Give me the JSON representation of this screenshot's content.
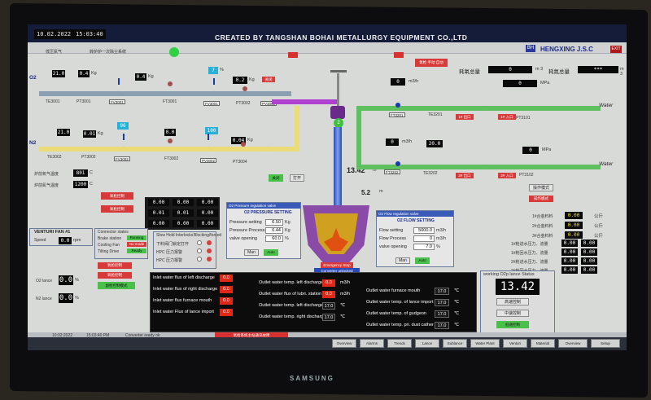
{
  "topbar": {
    "date": "10.02.2022",
    "time": "15:03:40",
    "title": "CREATED BY TANGSHAN BOHAI METALLURGY EQUIPMENT CO.,LTD",
    "brand": "HENGXING J.S.C",
    "logo": "BH",
    "close": "EXIT"
  },
  "header": {
    "label_left": "低压氮气",
    "o2_label": "O2",
    "n2_label": "N2",
    "oxygen_total": "耗氧总量",
    "oxygen_total_val": "0",
    "oxygen_unit": "m 3",
    "nitrogen_total": "耗氮总量",
    "nitrogen_total_val": "***",
    "nitrogen_unit": "m 3",
    "mode_btn": "氧枪 手动 自动"
  },
  "o2line": {
    "v1": "21.0",
    "v2": "0.4",
    "u2": "Kg",
    "v3": "0.4",
    "u3": "Kg",
    "v4": "7",
    "u4": "%",
    "v5": "0.2",
    "u5": "Kg",
    "tags": [
      "TE3001",
      "PT3001",
      "FV3001",
      "FT3001",
      "FV3001",
      "PT3002",
      "PV3001"
    ]
  },
  "n2line": {
    "v1": "21.0",
    "v2": "0.01",
    "u2": "Kg",
    "v3": "96",
    "v4": "0.0",
    "v5": "100",
    "v6": "0.04",
    "u6": "Kg",
    "tags": [
      "TE3002",
      "PT3002",
      "FV3002",
      "FT3002",
      "PV3002",
      "PT3004"
    ]
  },
  "right": {
    "v1": "0",
    "u1": "m3/h",
    "v2": "0",
    "u2": "MPa",
    "v3": "0",
    "u3": "m3/h",
    "v4": "20.0",
    "v5": "0",
    "u5": "MPa",
    "water_in": "Water",
    "water_out": "Water",
    "tags": [
      "TE3201",
      "PT3101",
      "TE3202",
      "PT3102",
      "FT3201",
      "FT3202"
    ],
    "btns": [
      "1# 出口",
      "1# 入口",
      "2# 出口",
      "2# 入口"
    ]
  },
  "lance": {
    "pos": "13.42",
    "pos_unit": "m",
    "small": "5.2",
    "small_unit": "m"
  },
  "left": {
    "lbl_a": "炉前氧气温度",
    "lbl_b": "炉前氮气温度",
    "v_a": "801",
    "v_b": "1200",
    "u": "C",
    "btn1": "关闭",
    "btn2": "打开"
  },
  "grid": {
    "r1": [
      "0.00",
      "0.00",
      "0.00"
    ],
    "r2": [
      "0.01",
      "0.01",
      "0.00"
    ],
    "r3": [
      "0.00",
      "0.00",
      "0.00"
    ]
  },
  "venturi": {
    "title": "VENTURI FAN #1",
    "speed_lbl": "Speed",
    "speed_val": "0.0",
    "speed_unit": "rpm",
    "ctrl": "Connector states",
    "s1": "Brake station",
    "s1v": "Running",
    "s2": "Cooling Fan",
    "s2v": "No mode",
    "s3": "Tilting Drive",
    "s3v": "Ready",
    "btn_a": "氧枪控制",
    "btn_b": "氧枪控制",
    "btn_c": "副枪控制模式",
    "o2_lbl": "O2 lance",
    "o2_v": "0.0",
    "o2_u": "%",
    "n2_lbl": "N2 lance",
    "n2_v": "0.0",
    "n2_u": "%"
  },
  "interlock": {
    "title": "Slow Hold Interlocks",
    "col": "Blocking/forced",
    "rows": [
      "下料阀门锁定打开",
      "HPC 压力报警",
      "HPC 压力报警"
    ]
  },
  "pressure": {
    "title": "O2 Pressure regulation valve",
    "head": "O2 PRESSURE SETTING",
    "r1": "Pressure setting",
    "r1v": "0.50",
    "r1u": "Kg",
    "r2": "Pressure Process",
    "r2v": "0.44",
    "r2u": "Kg",
    "r3": "valve opening",
    "r3v": "60.0",
    "r3u": "%",
    "b1": "Man",
    "b2": "Auto"
  },
  "flow": {
    "title": "O2 Flow regulation valve",
    "head": "O2 FLOW SETTING",
    "r1": "Flow setting",
    "r1v": "5000.0",
    "r1u": "m3/h",
    "r2": "Flow Process",
    "r2v": "0",
    "r2u": "m3/h",
    "r3": "valve opening",
    "r3v": "7.0",
    "r3u": "%",
    "b1": "Man",
    "b2": "Auto"
  },
  "vessel": {
    "lbl1": "Emergency Stop",
    "lbl2": "Converter unlocked"
  },
  "table": {
    "a": [
      {
        "t": "Inlet water flux of left discharge",
        "v": "0.0"
      },
      {
        "t": "Inlet water flux of right discharge",
        "v": "0.0"
      },
      {
        "t": "Inlet water flux furnace mouth",
        "v": "0.0"
      },
      {
        "t": "Inlet water Flux of lance import",
        "v": "0.0"
      }
    ],
    "b": [
      {
        "t": "Outlet water temp. left discharge",
        "v": "0.0",
        "u": "m3/h"
      },
      {
        "t": "Outlet water flux of lubri. station",
        "v": "0.0",
        "u": "m3/h"
      },
      {
        "t": "Outlet water temp. left discharge",
        "v": "17.0",
        "u": "℃"
      },
      {
        "t": "Outlet water temp. right discharge",
        "v": "17.0",
        "u": "℃"
      }
    ],
    "c": [
      {
        "t": "Outlet water furnace mouth",
        "v": "17.0",
        "u": "℃"
      },
      {
        "t": "Outlet water temp. of lance import",
        "v": "17.0",
        "u": "℃"
      },
      {
        "t": "Outlet water temp. of gudgeon",
        "v": "17.0",
        "u": "℃"
      },
      {
        "t": "Outlet water temp. pri. dust cather",
        "v": "17.0",
        "u": "℃"
      }
    ]
  },
  "alloy": {
    "r1": "1#合金料料",
    "r1v": "0.00",
    "r2": "2#合金料料",
    "r2v": "0.00",
    "r3": "3#合金料料",
    "r3v": "0.00",
    "u": "公斤",
    "f1": "1#枪进水压力、流量",
    "f1a": "0.00",
    "f1b": "0.00",
    "f2": "1#枪回水压力、流量",
    "f2a": "0.00",
    "f2b": "0.00",
    "f3": "2#枪进水压力、流量",
    "f3a": "0.00",
    "f3b": "0.00",
    "f4": "2#枪回水压力、流量",
    "f4a": "0.00",
    "f4b": "0.00",
    "mode": "操作模式"
  },
  "status": {
    "title": "working O2p lance Status",
    "val": "13.42",
    "b1": "高速控制",
    "b2": "中速控制",
    "b3": "低速控制"
  },
  "nav": [
    "Overview",
    "Alarms",
    "Trends",
    "Lance",
    "Sublance",
    "Water Plant",
    "Venturi",
    "Material",
    "Overview",
    "Setup"
  ],
  "statusbar": {
    "t1": "10:02:2022",
    "t2": "15:03:40 PM",
    "t3": "Converter ready ok",
    "alarm": "氧枪系统主站通讯故障"
  },
  "colors": {
    "o2pipe": "#8a9fb0",
    "n2pipe": "#ecdc78",
    "water": "#5fc060",
    "lance": "#1a3ba8",
    "vessel": "#8a4aa8"
  }
}
